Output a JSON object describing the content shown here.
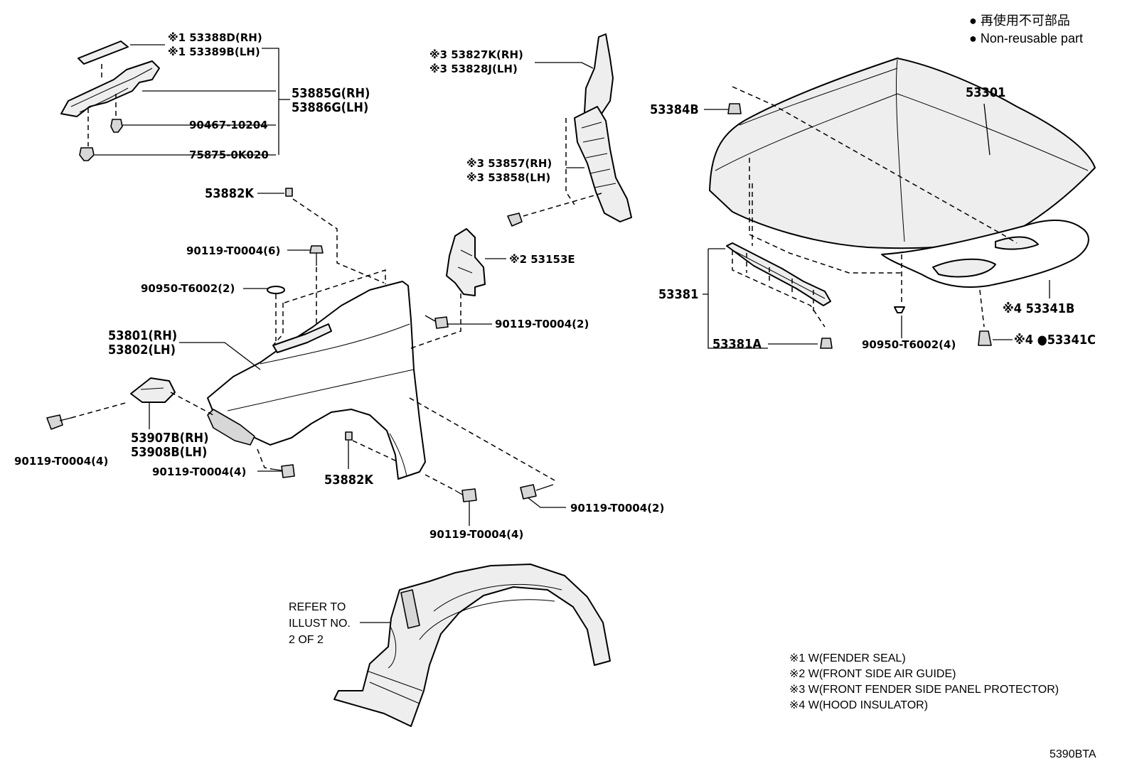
{
  "legend": {
    "jp": "● 再使用不可部品",
    "en": "● Non-reusable part"
  },
  "labels": {
    "p53388d": "※1 53388D(RH)",
    "p53389b": "※1 53389B(LH)",
    "p53885g": "53885G(RH)",
    "p53886g": "53886G(LH)",
    "p90467": "90467-10204",
    "p75875": "75875-0K020",
    "p53882k_top": "53882K",
    "p90119_6": "90119-T0004(6)",
    "p90950_2": "90950-T6002(2)",
    "p53801": "53801(RH)",
    "p53802": "53802(LH)",
    "p53907b": "53907B(RH)",
    "p53908b": "53908B(LH)",
    "p90119_4a": "90119-T0004(4)",
    "p90119_4b": "90119-T0004(4)",
    "p53882k_bot": "53882K",
    "p90119_4c": "90119-T0004(4)",
    "p90119_2b": "90119-T0004(2)",
    "p53827k": "※3 53827K(RH)",
    "p53828j": "※3 53828J(LH)",
    "p53857": "※3 53857(RH)",
    "p53858": "※3 53858(LH)",
    "p53153e": "※2 53153E",
    "p90119_2a": "90119-T0004(2)",
    "p53384b": "53384B",
    "p53301": "53301",
    "p53381": "53381",
    "p53381a": "53381A",
    "p90950_4": "90950-T6002(4)",
    "p53341b": "※4 53341B",
    "p53341c": "※4 ●53341C"
  },
  "refer": {
    "line1": "REFER TO",
    "line2": "ILLUST NO.",
    "line3": "2 OF 2"
  },
  "notes": [
    "※1 W(FENDER SEAL)",
    "※2 W(FRONT SIDE AIR GUIDE)",
    "※3 W(FRONT FENDER SIDE PANEL PROTECTOR)",
    "※4 W(HOOD INSULATOR)"
  ],
  "illustration_code": "5390BTA"
}
